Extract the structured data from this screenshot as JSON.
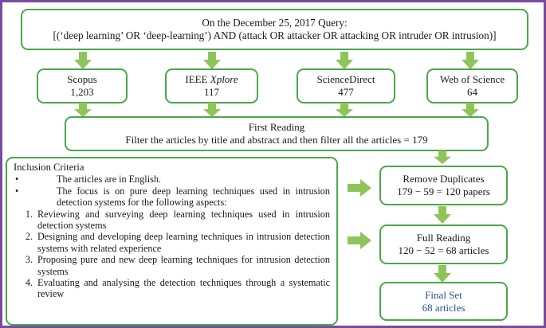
{
  "query": {
    "line1": "On the December 25, 2017 Query:",
    "line2": "[(‘deep learning’ OR ‘deep-learning’) AND (attack OR attacker OR attacking OR intruder OR intrusion)]"
  },
  "databases": [
    {
      "name": "Scopus",
      "name_italic": "",
      "count": "1,203"
    },
    {
      "name": "IEEE ",
      "name_italic": "Xplore",
      "count": "117"
    },
    {
      "name": "ScienceDirect",
      "name_italic": "",
      "count": "477"
    },
    {
      "name": "Web of Science",
      "name_italic": "",
      "count": "64"
    }
  ],
  "first_reading": {
    "title": "First Reading",
    "text": "Filter the articles by title and abstract  and then filter all the articles = 179"
  },
  "inclusion": {
    "title": "Inclusion Criteria",
    "bullets": [
      "The articles are in English.",
      "The focus is on pure deep learning techniques used in intrusion detection systems for the following aspects:"
    ],
    "numbered": [
      {
        "num": "1.",
        "text": "Reviewing and surveying deep learning techniques used in intrusion detection systems"
      },
      {
        "num": "2.",
        "text": "Designing and developing deep learning techniques in intrusion detection systems with related experience"
      },
      {
        "num": "3.",
        "text": "Proposing pure and new deep learning techniques for intrusion detection systems"
      },
      {
        "num": "4.",
        "text": "Evaluating and analysing the detection techniques through a systematic review"
      }
    ]
  },
  "remove_duplicates": {
    "title": "Remove Duplicates",
    "text": "179 − 59 = 120 papers"
  },
  "full_reading": {
    "title": "Full Reading",
    "text": "120 − 52 = 68 articles"
  },
  "final_set": {
    "title": "Final Set",
    "text": "68 articles"
  },
  "colors": {
    "border": "#4aa84a",
    "arrow": "#8fc45a",
    "frame": "#7a4a9c",
    "final_text": "#2e4f8a"
  }
}
